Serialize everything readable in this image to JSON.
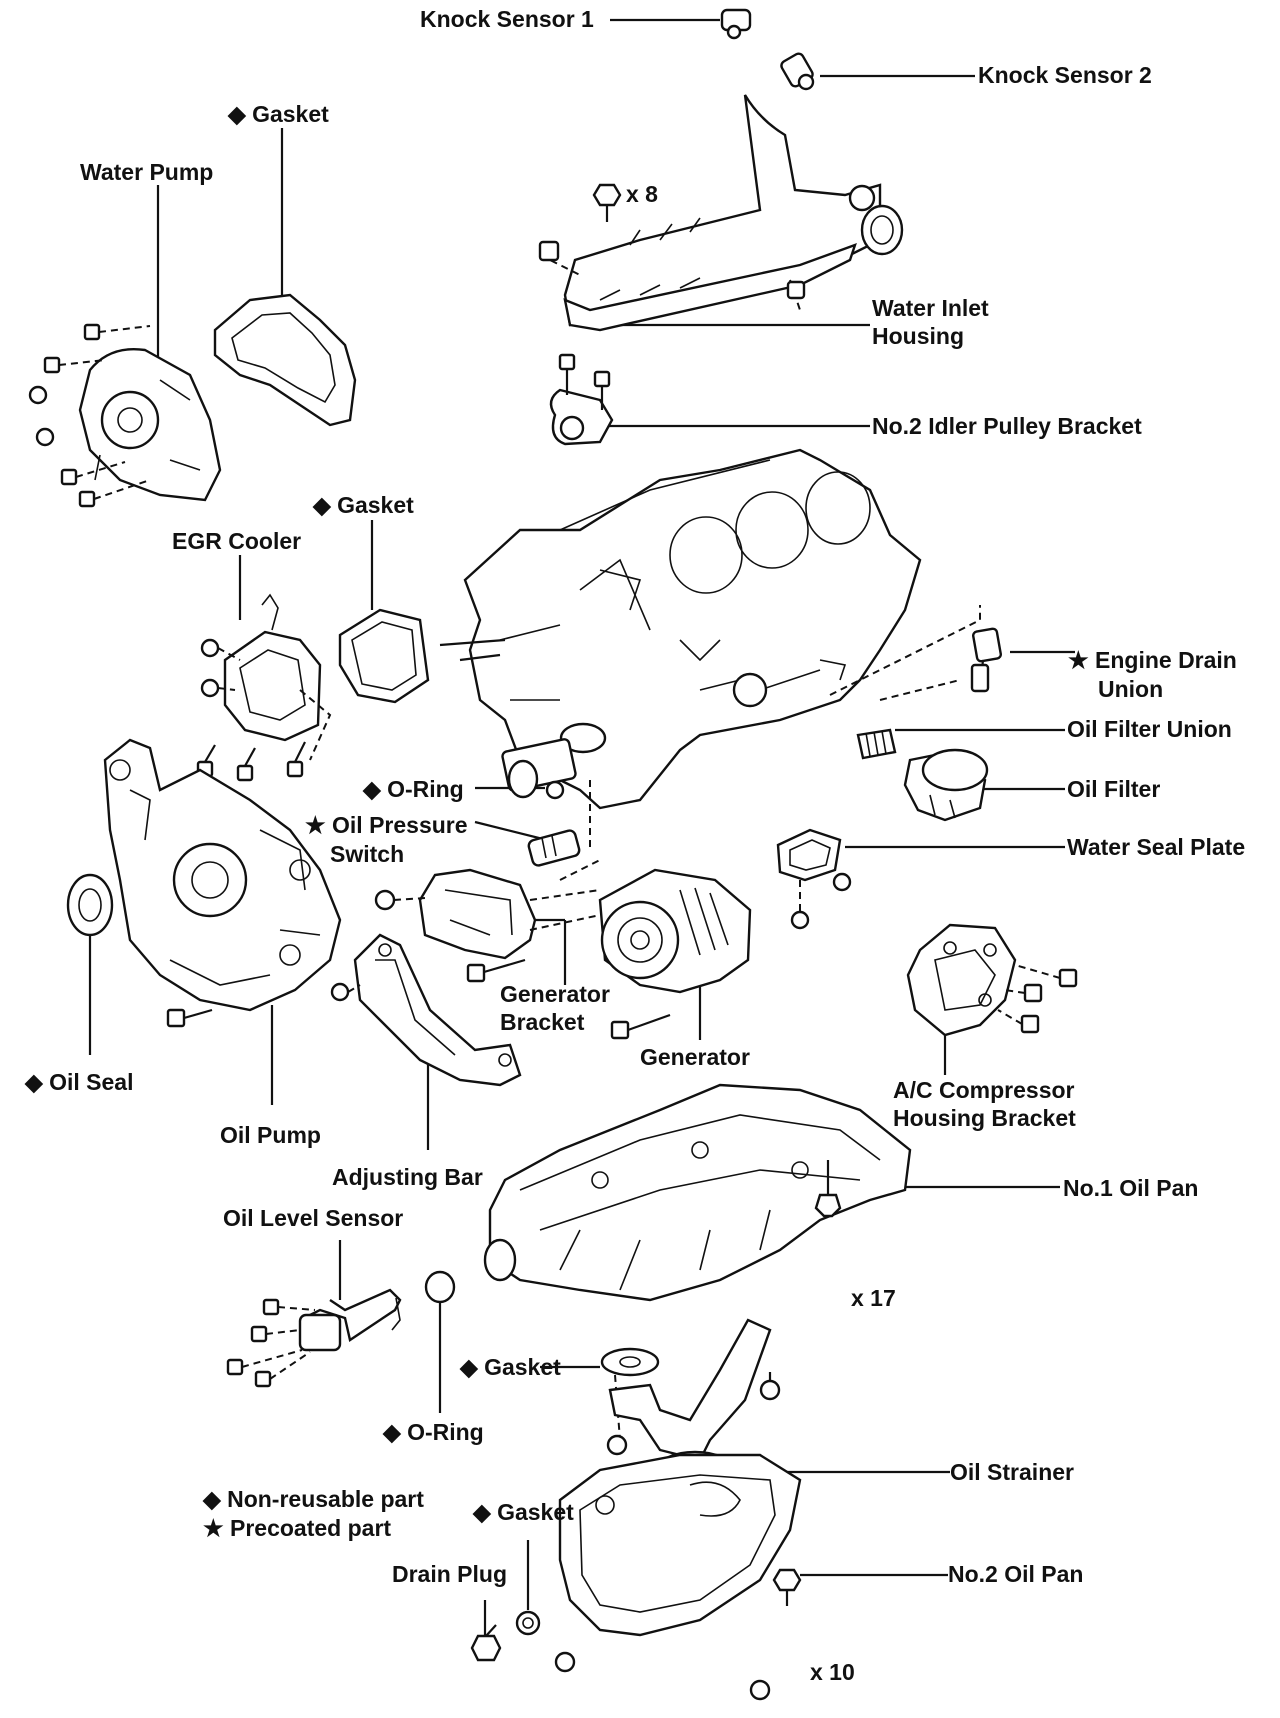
{
  "labels": {
    "knock_sensor_1": "Knock Sensor 1",
    "knock_sensor_2": "Knock Sensor 2",
    "gasket_top": "◆ Gasket",
    "water_pump": "Water Pump",
    "bolt_x8": "x 8",
    "water_inlet_housing_1": "Water Inlet",
    "water_inlet_housing_2": "Housing",
    "idler_pulley_bracket": "No.2 Idler Pulley Bracket",
    "gasket_mid": "◆ Gasket",
    "egr_cooler": "EGR Cooler",
    "engine_drain_union_1": "★ Engine Drain",
    "engine_drain_union_2": "Union",
    "oil_filter_union": "Oil Filter Union",
    "oil_filter": "Oil Filter",
    "o_ring_upper": "◆ O-Ring",
    "oil_pressure_switch_1": "★ Oil Pressure",
    "oil_pressure_switch_2": "Switch",
    "water_seal_plate": "Water Seal Plate",
    "generator_bracket_1": "Generator",
    "generator_bracket_2": "Bracket",
    "generator": "Generator",
    "oil_seal": "◆ Oil Seal",
    "ac_bracket_1": "A/C Compressor",
    "ac_bracket_2": "Housing Bracket",
    "oil_pump": "Oil Pump",
    "adjusting_bar": "Adjusting Bar",
    "no1_oil_pan": "No.1 Oil Pan",
    "oil_level_sensor": "Oil Level Sensor",
    "bolt_x17": "x 17",
    "gasket_strainer": "◆ Gasket",
    "o_ring_lower": "◆ O-Ring",
    "oil_strainer": "Oil Strainer",
    "legend_nonreusable": "◆ Non-reusable part",
    "legend_precoated": "★ Precoated part",
    "gasket_drain": "◆ Gasket",
    "drain_plug": "Drain Plug",
    "no2_oil_pan": "No.2 Oil Pan",
    "bolt_x10": "x 10"
  }
}
